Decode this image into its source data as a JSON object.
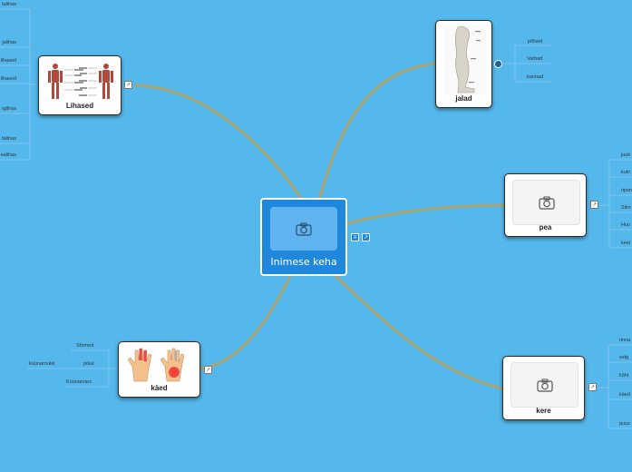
{
  "central": {
    "label": "Inimese keha"
  },
  "nodes": {
    "lihased": {
      "label": "Lihased"
    },
    "jalad": {
      "label": "jalad"
    },
    "pea": {
      "label": "pea"
    },
    "kaed": {
      "label": "käed"
    },
    "kere": {
      "label": "kere"
    }
  },
  "leaves": {
    "lihased": [
      "talihas",
      "jalihas",
      "lihased",
      "lihased",
      "rglihas",
      "talihas",
      "ealihas"
    ],
    "jalad": [
      "põlved",
      "Varbad",
      "kannad"
    ],
    "pea": [
      "juuk",
      "kuln",
      "ripsn",
      "Silm",
      "Huu",
      "keel"
    ],
    "kaed": [
      "Sõrmed",
      "pöial",
      "Küünarvars"
    ],
    "kaed_sub": [
      "küünarnukk"
    ],
    "kere": [
      "rinna",
      "selg",
      "kõht",
      "käed",
      "puus"
    ]
  },
  "icons": {
    "camera": "camera-icon",
    "open": "open-link-icon",
    "notes": "notes-icon",
    "collapse": "collapse-icon"
  },
  "colors": {
    "background": "#55b8ec",
    "central": "#1f87dc",
    "branch": "#a9a46f",
    "leafLine": "#8fc9ef"
  }
}
